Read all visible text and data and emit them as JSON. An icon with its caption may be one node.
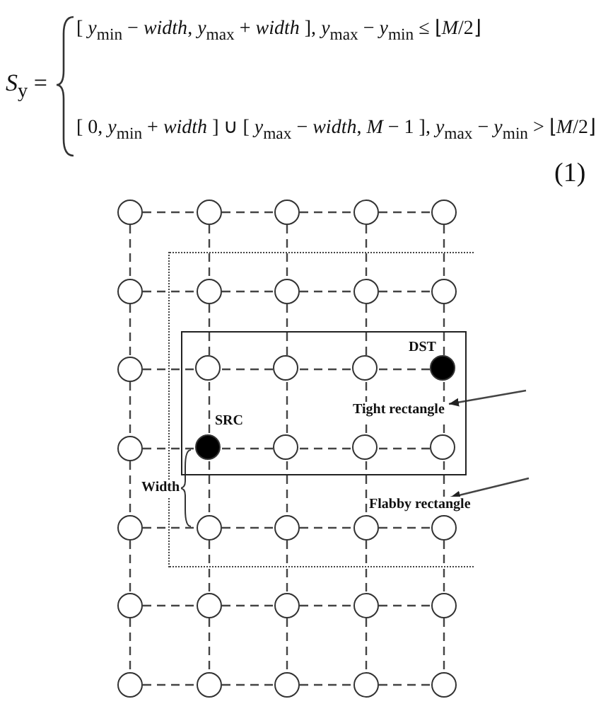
{
  "diagram": {
    "nodes": [
      {
        "text": [
          "Flabby rectangle"
        ]
      },
      {
        "text": [
          "Tight rectangle"
        ],
        "in": 0
      },
      {
        "text": [],
        "shape": "circle"
      },
      {
        "text": [],
        "shape": "circle"
      },
      {
        "text": [],
        "shape": "circle"
      },
      {
        "text": [],
        "shape": "circle"
      },
      {
        "text": [],
        "shape": "circle"
      },
      {
        "text": [],
        "shape": "circle"
      },
      {
        "text": [],
        "shape": "circle",
        "in": 0
      },
      {
        "text": [],
        "shape": "circle",
        "in": 0
      },
      {
        "text": [],
        "shape": "circle",
        "in": 0
      },
      {
        "text": [],
        "shape": "circle",
        "in": 0
      },
      {
        "text": [],
        "shape": "circle"
      },
      {
        "text": [],
        "shape": "circle",
        "in": 1
      },
      {
        "text": [],
        "shape": "circle",
        "in": 1
      },
      {
        "text": [],
        "shape": "circle",
        "in": 1
      },
      {
        "text": [],
        "shape": "circle",
        "in": 1
      },
      {
        "text": [],
        "shape": "circle"
      },
      {
        "text": [],
        "shape": "circle",
        "in": 1
      },
      {
        "text": [],
        "shape": "circle",
        "in": 1
      },
      {
        "text": [],
        "shape": "circle",
        "in": 1
      },
      {
        "text": [],
        "shape": "circle",
        "in": 1
      },
      {
        "text": [],
        "shape": "circle"
      },
      {
        "text": [],
        "shape": "circle",
        "in": 0
      },
      {
        "text": [],
        "shape": "circle",
        "in": 0
      },
      {
        "text": [],
        "shape": "circle",
        "in": 0
      },
      {
        "text": [],
        "shape": "circle",
        "in": 0
      },
      {
        "text": [],
        "shape": "circle"
      },
      {
        "text": [],
        "shape": "circle"
      },
      {
        "text": [],
        "shape": "circle"
      },
      {
        "text": [],
        "shape": "circle"
      },
      {
        "text": [],
        "shape": "circle"
      },
      {
        "text": [],
        "shape": "circle"
      },
      {
        "text": [],
        "shape": "circle"
      },
      {
        "text": [],
        "shape": "circle"
      },
      {
        "text": [],
        "shape": "circle"
      },
      {
        "text": [],
        "shape": "circle"
      }
    ],
    "edges": [
      {
        "from": 2,
        "to": 3,
        "arrow": "none",
        "style": "dashed"
      },
      {
        "from": 3,
        "to": 4,
        "arrow": "none",
        "style": "dashed"
      },
      {
        "from": 4,
        "to": 5,
        "arrow": "none",
        "style": "dashed"
      },
      {
        "from": 5,
        "to": 6,
        "arrow": "none",
        "style": "dashed"
      },
      {
        "from": 7,
        "to": 8,
        "arrow": "none",
        "style": "dashed"
      },
      {
        "from": 8,
        "to": 9,
        "arrow": "none",
        "style": "dashed"
      },
      {
        "from": 9,
        "to": 10,
        "arrow": "none",
        "style": "dashed"
      },
      {
        "from": 10,
        "to": 11,
        "arrow": "none",
        "style": "dashed"
      },
      {
        "from": 12,
        "to": 13,
        "arrow": "none",
        "style": "dashed"
      },
      {
        "from": 13,
        "to": 14,
        "arrow": "none",
        "style": "dashed"
      },
      {
        "from": 14,
        "to": 15,
        "arrow": "none",
        "style": "dashed"
      },
      {
        "from": 15,
        "to": 16,
        "arrow": "none",
        "style": "dashed"
      },
      {
        "from": 17,
        "to": 18,
        "arrow": "none",
        "style": "dashed"
      },
      {
        "from": 18,
        "to": 19,
        "arrow": "none",
        "style": "dashed"
      },
      {
        "from": 19,
        "to": 20,
        "arrow": "none",
        "style": "dashed"
      },
      {
        "from": 20,
        "to": 21,
        "arrow": "none",
        "style": "dashed"
      },
      {
        "from": 22,
        "to": 23,
        "arrow": "none",
        "style": "dashed"
      },
      {
        "from": 23,
        "to": 24,
        "arrow": "none",
        "style": "dashed"
      },
      {
        "from": 24,
        "to": 25,
        "arrow": "none",
        "style": "dashed"
      },
      {
        "from": 25,
        "to": 26,
        "arrow": "none",
        "style": "dashed"
      },
      {
        "from": 27,
        "to": 28,
        "arrow": "none",
        "style": "dashed"
      },
      {
        "from": 28,
        "to": 29,
        "arrow": "none",
        "style": "dashed"
      },
      {
        "from": 29,
        "to": 30,
        "arrow": "none",
        "style": "dashed"
      },
      {
        "from": 30,
        "to": 31,
        "arrow": "none",
        "style": "dashed"
      },
      {
        "from": 32,
        "to": 33,
        "arrow": "none",
        "style": "dashed"
      },
      {
        "from": 33,
        "to": 34,
        "arrow": "none",
        "style": "dashed"
      },
      {
        "from": 34,
        "to": 35,
        "arrow": "none",
        "style": "dashed"
      },
      {
        "from": 35,
        "to": 36,
        "arrow": "none",
        "style": "dashed"
      },
      {
        "from": 2,
        "to": 7,
        "arrow": "none",
        "style": "dashed"
      },
      {
        "from": 3,
        "to": 8,
        "arrow": "none",
        "style": "dashed"
      },
      {
        "from": 4,
        "to": 9,
        "arrow": "none",
        "style": "dashed"
      },
      {
        "from": 5,
        "to": 10,
        "arrow": "none",
        "style": "dashed"
      },
      {
        "from": 6,
        "to": 11,
        "arrow": "none",
        "style": "dashed"
      },
      {
        "from": 7,
        "to": 12,
        "arrow": "none",
        "style": "dashed"
      },
      {
        "from": 8,
        "to": 13,
        "arrow": "none",
        "style": "dashed"
      },
      {
        "from": 9,
        "to": 14,
        "arrow": "none",
        "style": "dashed"
      },
      {
        "from": 10,
        "to": 15,
        "arrow": "none",
        "style": "dashed"
      },
      {
        "from": 11,
        "to": 16,
        "arrow": "none",
        "style": "dashed"
      },
      {
        "from": 12,
        "to": 17,
        "arrow": "none",
        "style": "dashed"
      },
      {
        "from": 13,
        "to": 18,
        "arrow": "none",
        "style": "dashed"
      },
      {
        "from": 14,
        "to": 19,
        "arrow": "none",
        "style": "dashed"
      },
      {
        "from": 15,
        "to": 20,
        "arrow": "none",
        "style": "dashed"
      },
      {
        "from": 16,
        "to": 21,
        "arrow": "none",
        "style": "dashed"
      },
      {
        "from": 17,
        "to": 22,
        "arrow": "none",
        "style": "dashed"
      },
      {
        "from": 18,
        "to": 23,
        "arrow": "none",
        "style": "dashed"
      },
      {
        "from": 19,
        "to": 24,
        "arrow": "none",
        "style": "dashed"
      },
      {
        "from": 20,
        "to": 25,
        "arrow": "none",
        "style": "dashed"
      },
      {
        "from": 21,
        "to": 26,
        "arrow": "none",
        "style": "dashed"
      },
      {
        "from": 22,
        "to": 27,
        "arrow": "none",
        "style": "dashed"
      },
      {
        "from": 23,
        "to": 28,
        "arrow": "none",
        "style": "dashed"
      },
      {
        "from": 24,
        "to": 29,
        "arrow": "none",
        "style": "dashed"
      },
      {
        "from": 25,
        "to": 30,
        "arrow": "none",
        "style": "dashed"
      },
      {
        "from": 26,
        "to": 31,
        "arrow": "none",
        "style": "dashed"
      },
      {
        "from": 27,
        "to": 32,
        "arrow": "none",
        "style": "dashed"
      },
      {
        "from": 28,
        "to": 33,
        "arrow": "none",
        "style": "dashed"
      },
      {
        "from": 29,
        "to": 34,
        "arrow": "none",
        "style": "dashed"
      },
      {
        "from": 30,
        "to": 35,
        "arrow": "none",
        "style": "dashed"
      },
      {
        "from": 31,
        "to": 36,
        "arrow": "none",
        "style": "dashed"
      },
      {
        "from": null,
        "to": 1,
        "arrow": "to"
      },
      {
        "from": null,
        "to": 0,
        "arrow": "to"
      }
    ],
    "labels": [
      "*S*$_{y}$ =",
      "[ *y*$_{min}$ − *width*, *y*$_{max}$ + *width* ], *y*$_{max}$ − *y*$_{min}$ ≤ ⌊*M*/2⌋",
      "[ 0, *y*$_{min}$ + *width* ] ∪ [ *y*$_{max}$ − *width*, *M* − 1 ], *y*$_{max}$ − *y*$_{min}$ > ⌊*M*/2⌋",
      "(1)",
      "DST",
      "SRC",
      "Width"
    ]
  }
}
